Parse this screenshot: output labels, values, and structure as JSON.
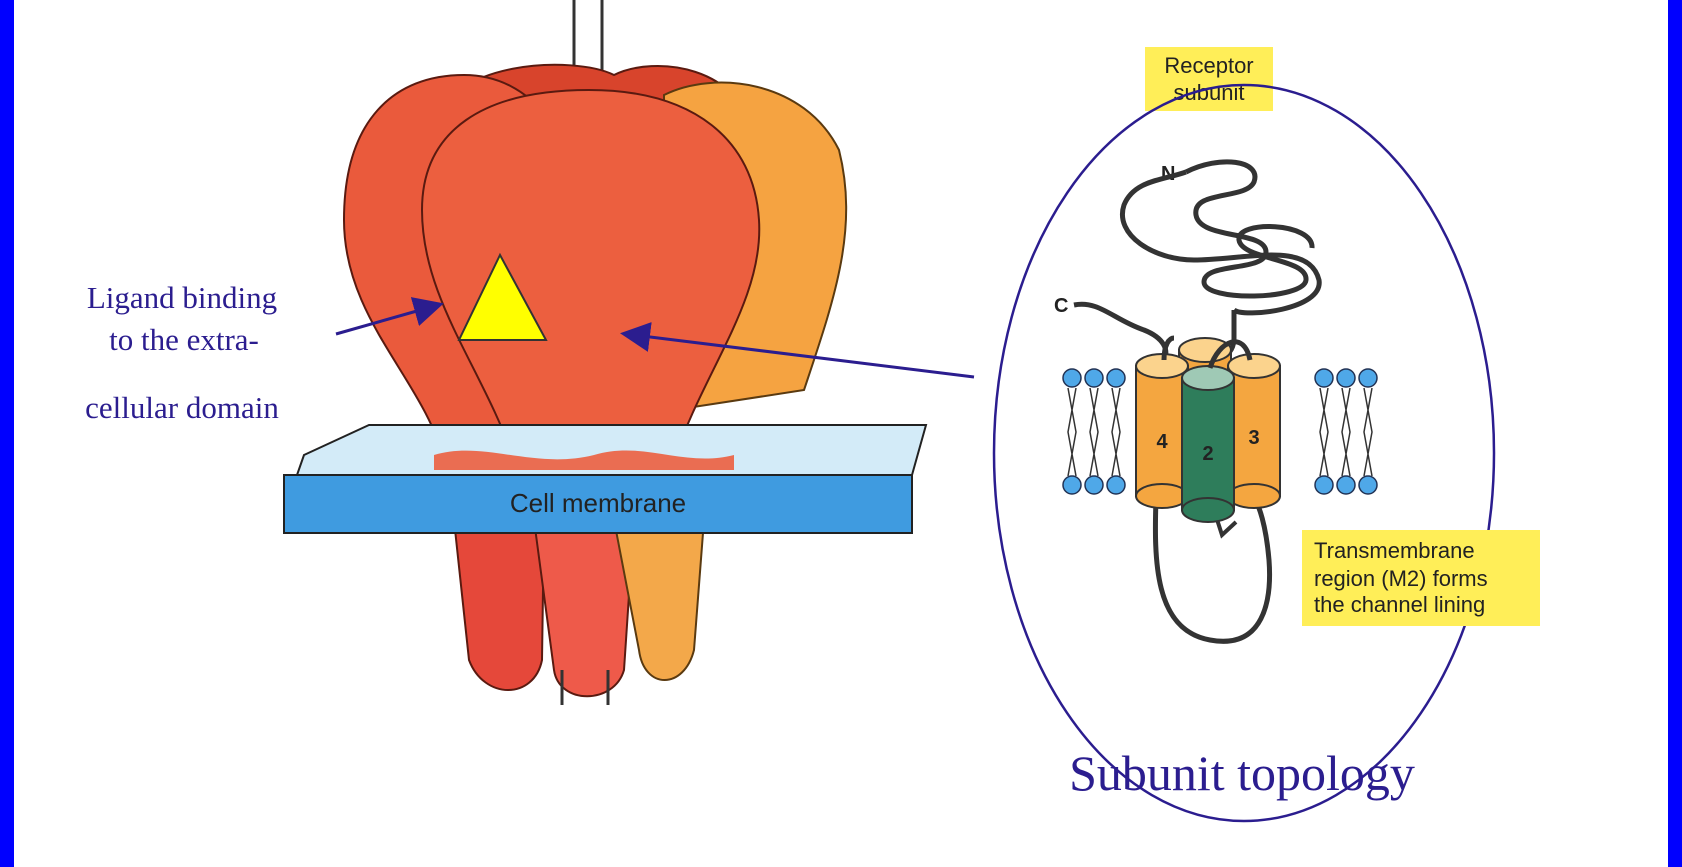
{
  "left_annotation": {
    "line1": "Ligand binding",
    "line2": "to the extra-",
    "line3": "cellular domain"
  },
  "membrane_label": "Cell membrane",
  "receptor_subunit": {
    "line1": "Receptor",
    "line2": "subunit"
  },
  "terminals": {
    "n": "N",
    "c": "C"
  },
  "helices": {
    "h4": "4",
    "h2": "2",
    "h3": "3"
  },
  "m2_note": {
    "line1": "Transmembrane",
    "line2": "region (M2) forms",
    "line3": "the channel lining"
  },
  "caption": "Subunit topology",
  "colors": {
    "frame": "#0000ff",
    "annotation_text": "#2b1d8f",
    "receptor_red": "#ea5a3c",
    "receptor_orange": "#f5a341",
    "membrane_top": "#cfe8f7",
    "membrane_front": "#3f9be0",
    "highlight": "#ffee58",
    "helix_orange": "#f4a640",
    "helix_green": "#2e7d5b",
    "lipid_head": "#4fa8e8",
    "ligand": "#ffff00"
  }
}
